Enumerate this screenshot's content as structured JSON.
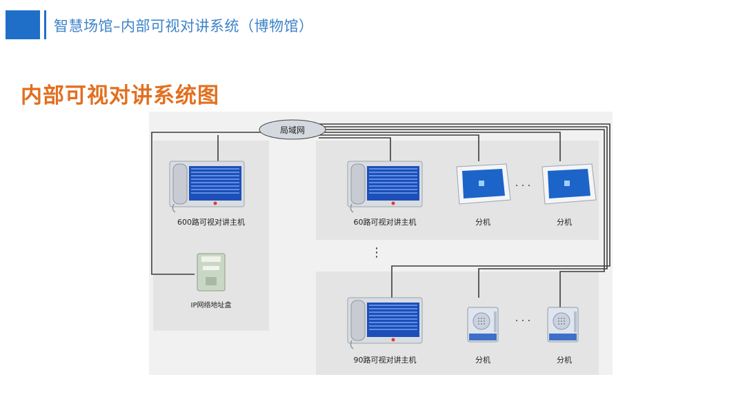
{
  "header": {
    "title": "智慧场馆–内部可视对讲系统（博物馆）"
  },
  "section": {
    "title": "内部可视对讲系统图"
  },
  "diagram": {
    "lan_label": "局域网",
    "devices": {
      "host_600": "600路可视对讲主机",
      "ip_box": "IP网络地址盒",
      "host_60": "60路可视对讲主机",
      "ext_top_1": "分机",
      "ext_top_2": "分机",
      "host_90": "90路可视对讲主机",
      "ext_bottom_1": "分机",
      "ext_bottom_2": "分机"
    },
    "ellipsis_h": "· · ·",
    "ellipsis_v": "⋮"
  },
  "colors": {
    "header_blue": "#1f6fc9",
    "title_orange": "#e26f1f",
    "panel_gray": "#e6e6e6",
    "frame_gray": "#f2f2f2",
    "screen_blue": "#1d4fb8"
  }
}
